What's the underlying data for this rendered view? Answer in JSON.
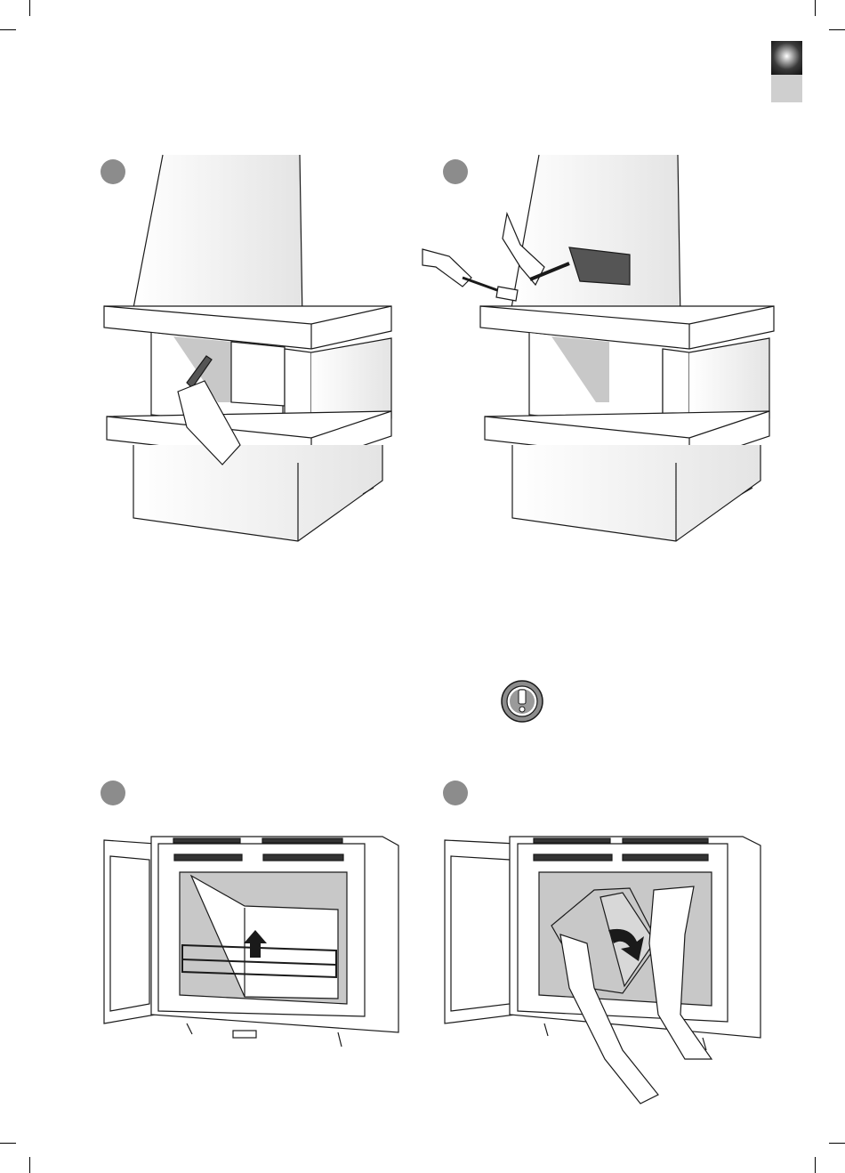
{
  "page": {
    "steps": [
      {
        "id": "step-1",
        "label": ""
      },
      {
        "id": "step-2",
        "label": ""
      },
      {
        "id": "step-3",
        "label": ""
      },
      {
        "id": "step-4",
        "label": ""
      }
    ],
    "warning_icon": "exclamation-warning-icon",
    "colors": {
      "badge": "#8c8c8c",
      "shade": "#c8c8c8",
      "line": "#1a1a1a",
      "tab_light": "#cfcfcf"
    }
  }
}
